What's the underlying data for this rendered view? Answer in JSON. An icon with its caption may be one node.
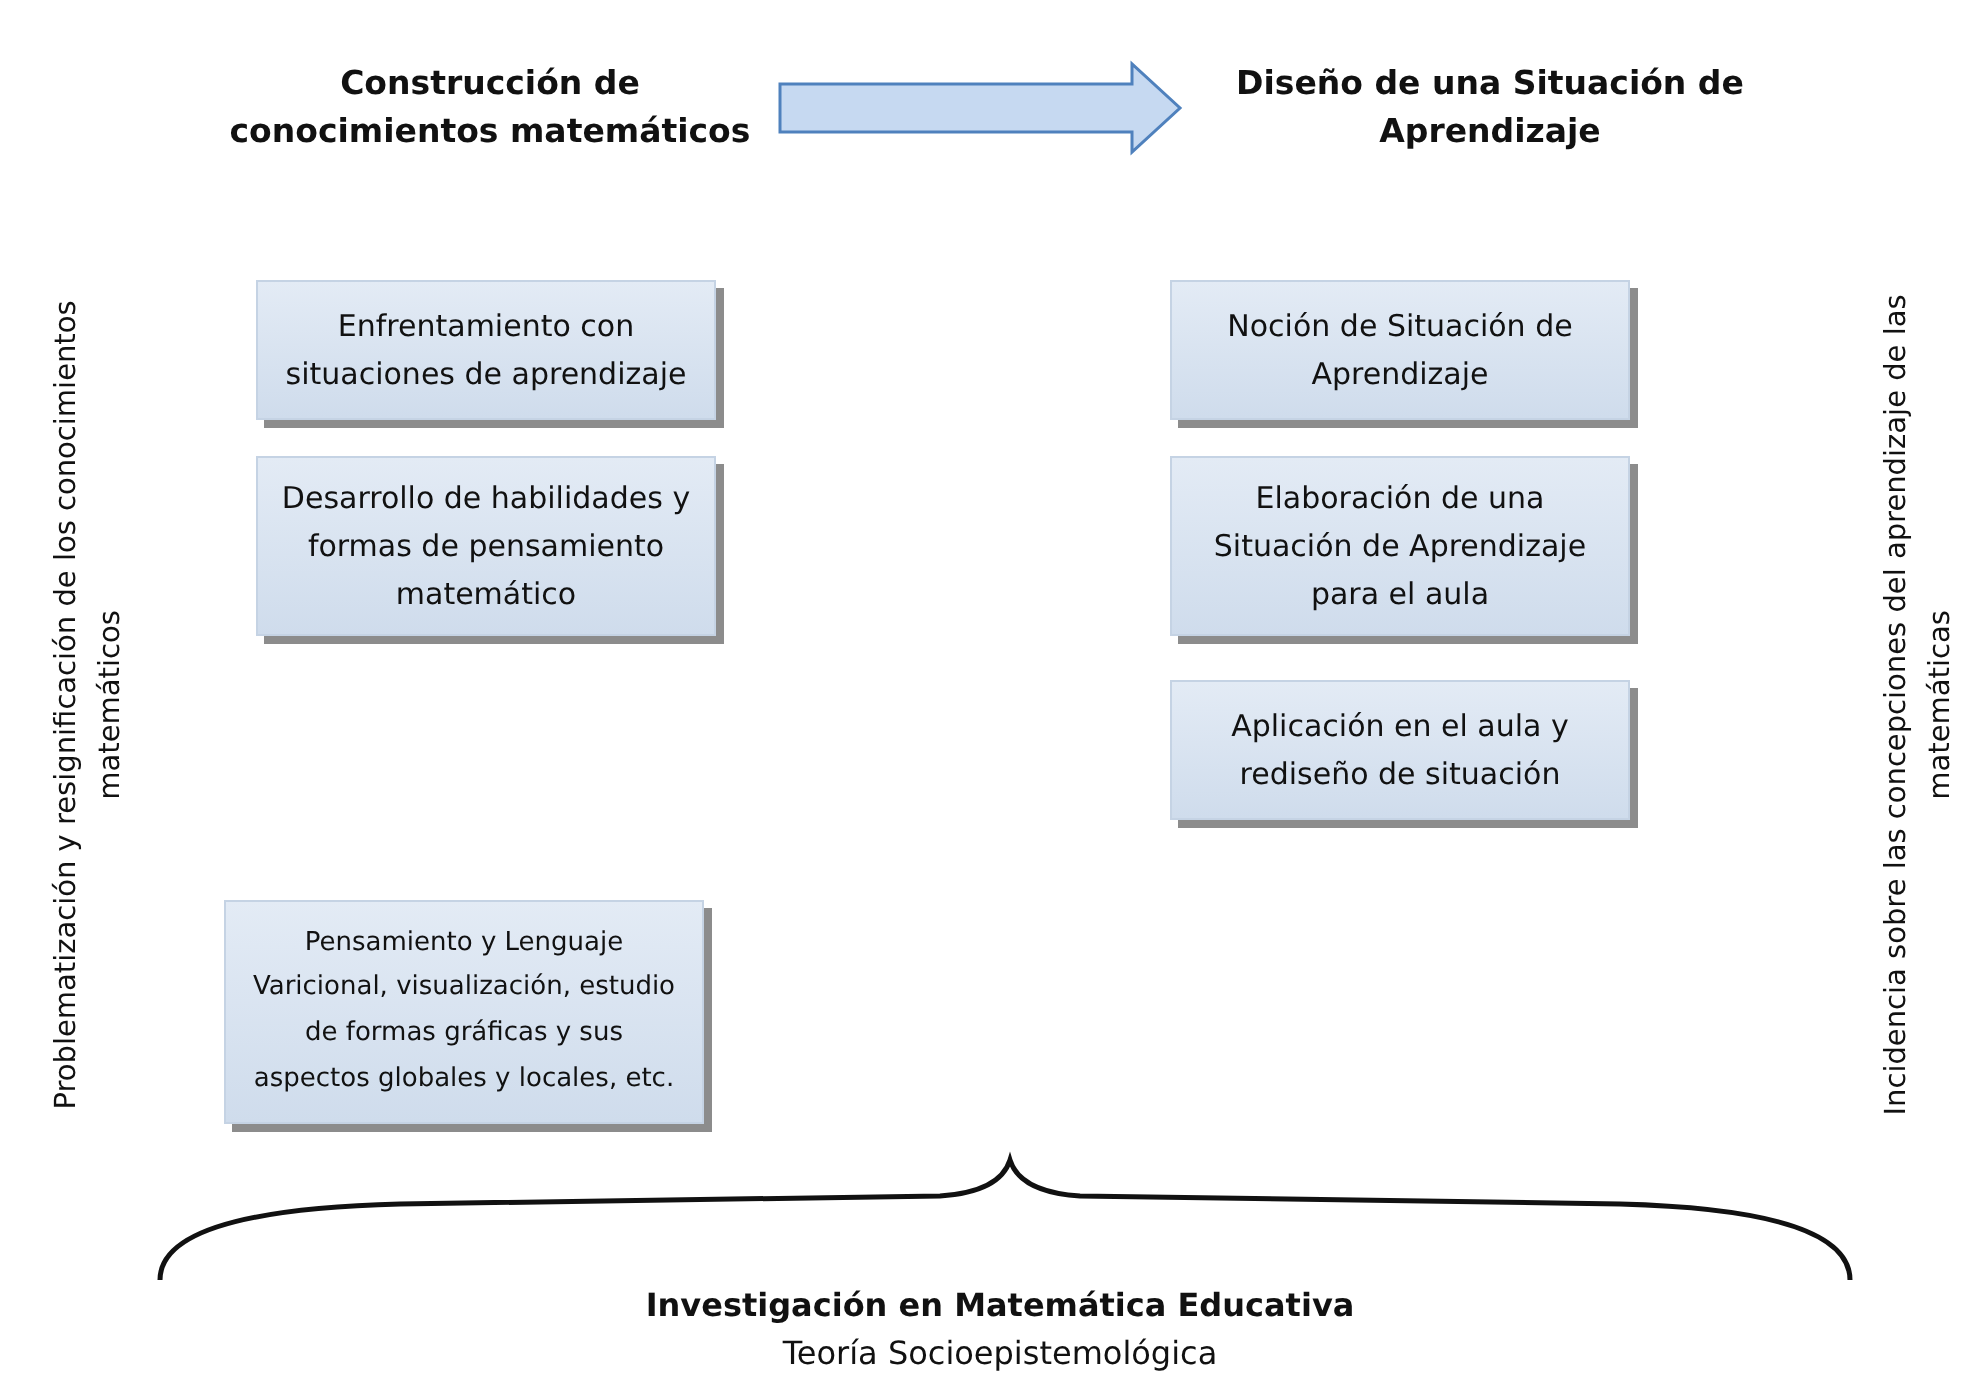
{
  "diagram": {
    "nodes": [
      {
        "text": [
          "Construcción de conocimientos matemáticos"
        ]
      },
      {
        "text": [
          "Diseño de una Situación de Aprendizaje"
        ]
      },
      {
        "text": [
          "Enfrentamiento con situaciones de aprendizaje"
        ]
      },
      {
        "text": [
          "Desarrollo de habilidades y formas de pensamiento matemático"
        ]
      },
      {
        "text": [
          "Pensamiento y Lenguaje Varicional, visualización, estudio de formas gráficas y sus aspectos globales y locales, etc."
        ]
      },
      {
        "text": [
          "Noción de Situación de Aprendizaje"
        ]
      },
      {
        "text": [
          "Elaboración de una Situación de Aprendizaje para el aula"
        ]
      },
      {
        "text": [
          "Aplicación en el aula y rediseño de situación"
        ]
      }
    ],
    "edges": [
      {
        "from": 0,
        "to": 1,
        "arrow": "to",
        "style": "thick"
      }
    ],
    "labels": [
      "Problematización y resignificación de los conocimientos matemáticos",
      "Incidencia sobre las concepciones del aprendizaje de las matemáticas",
      "Investigación en Matemática Educativa",
      "Teoría Socioepistemológica"
    ]
  }
}
